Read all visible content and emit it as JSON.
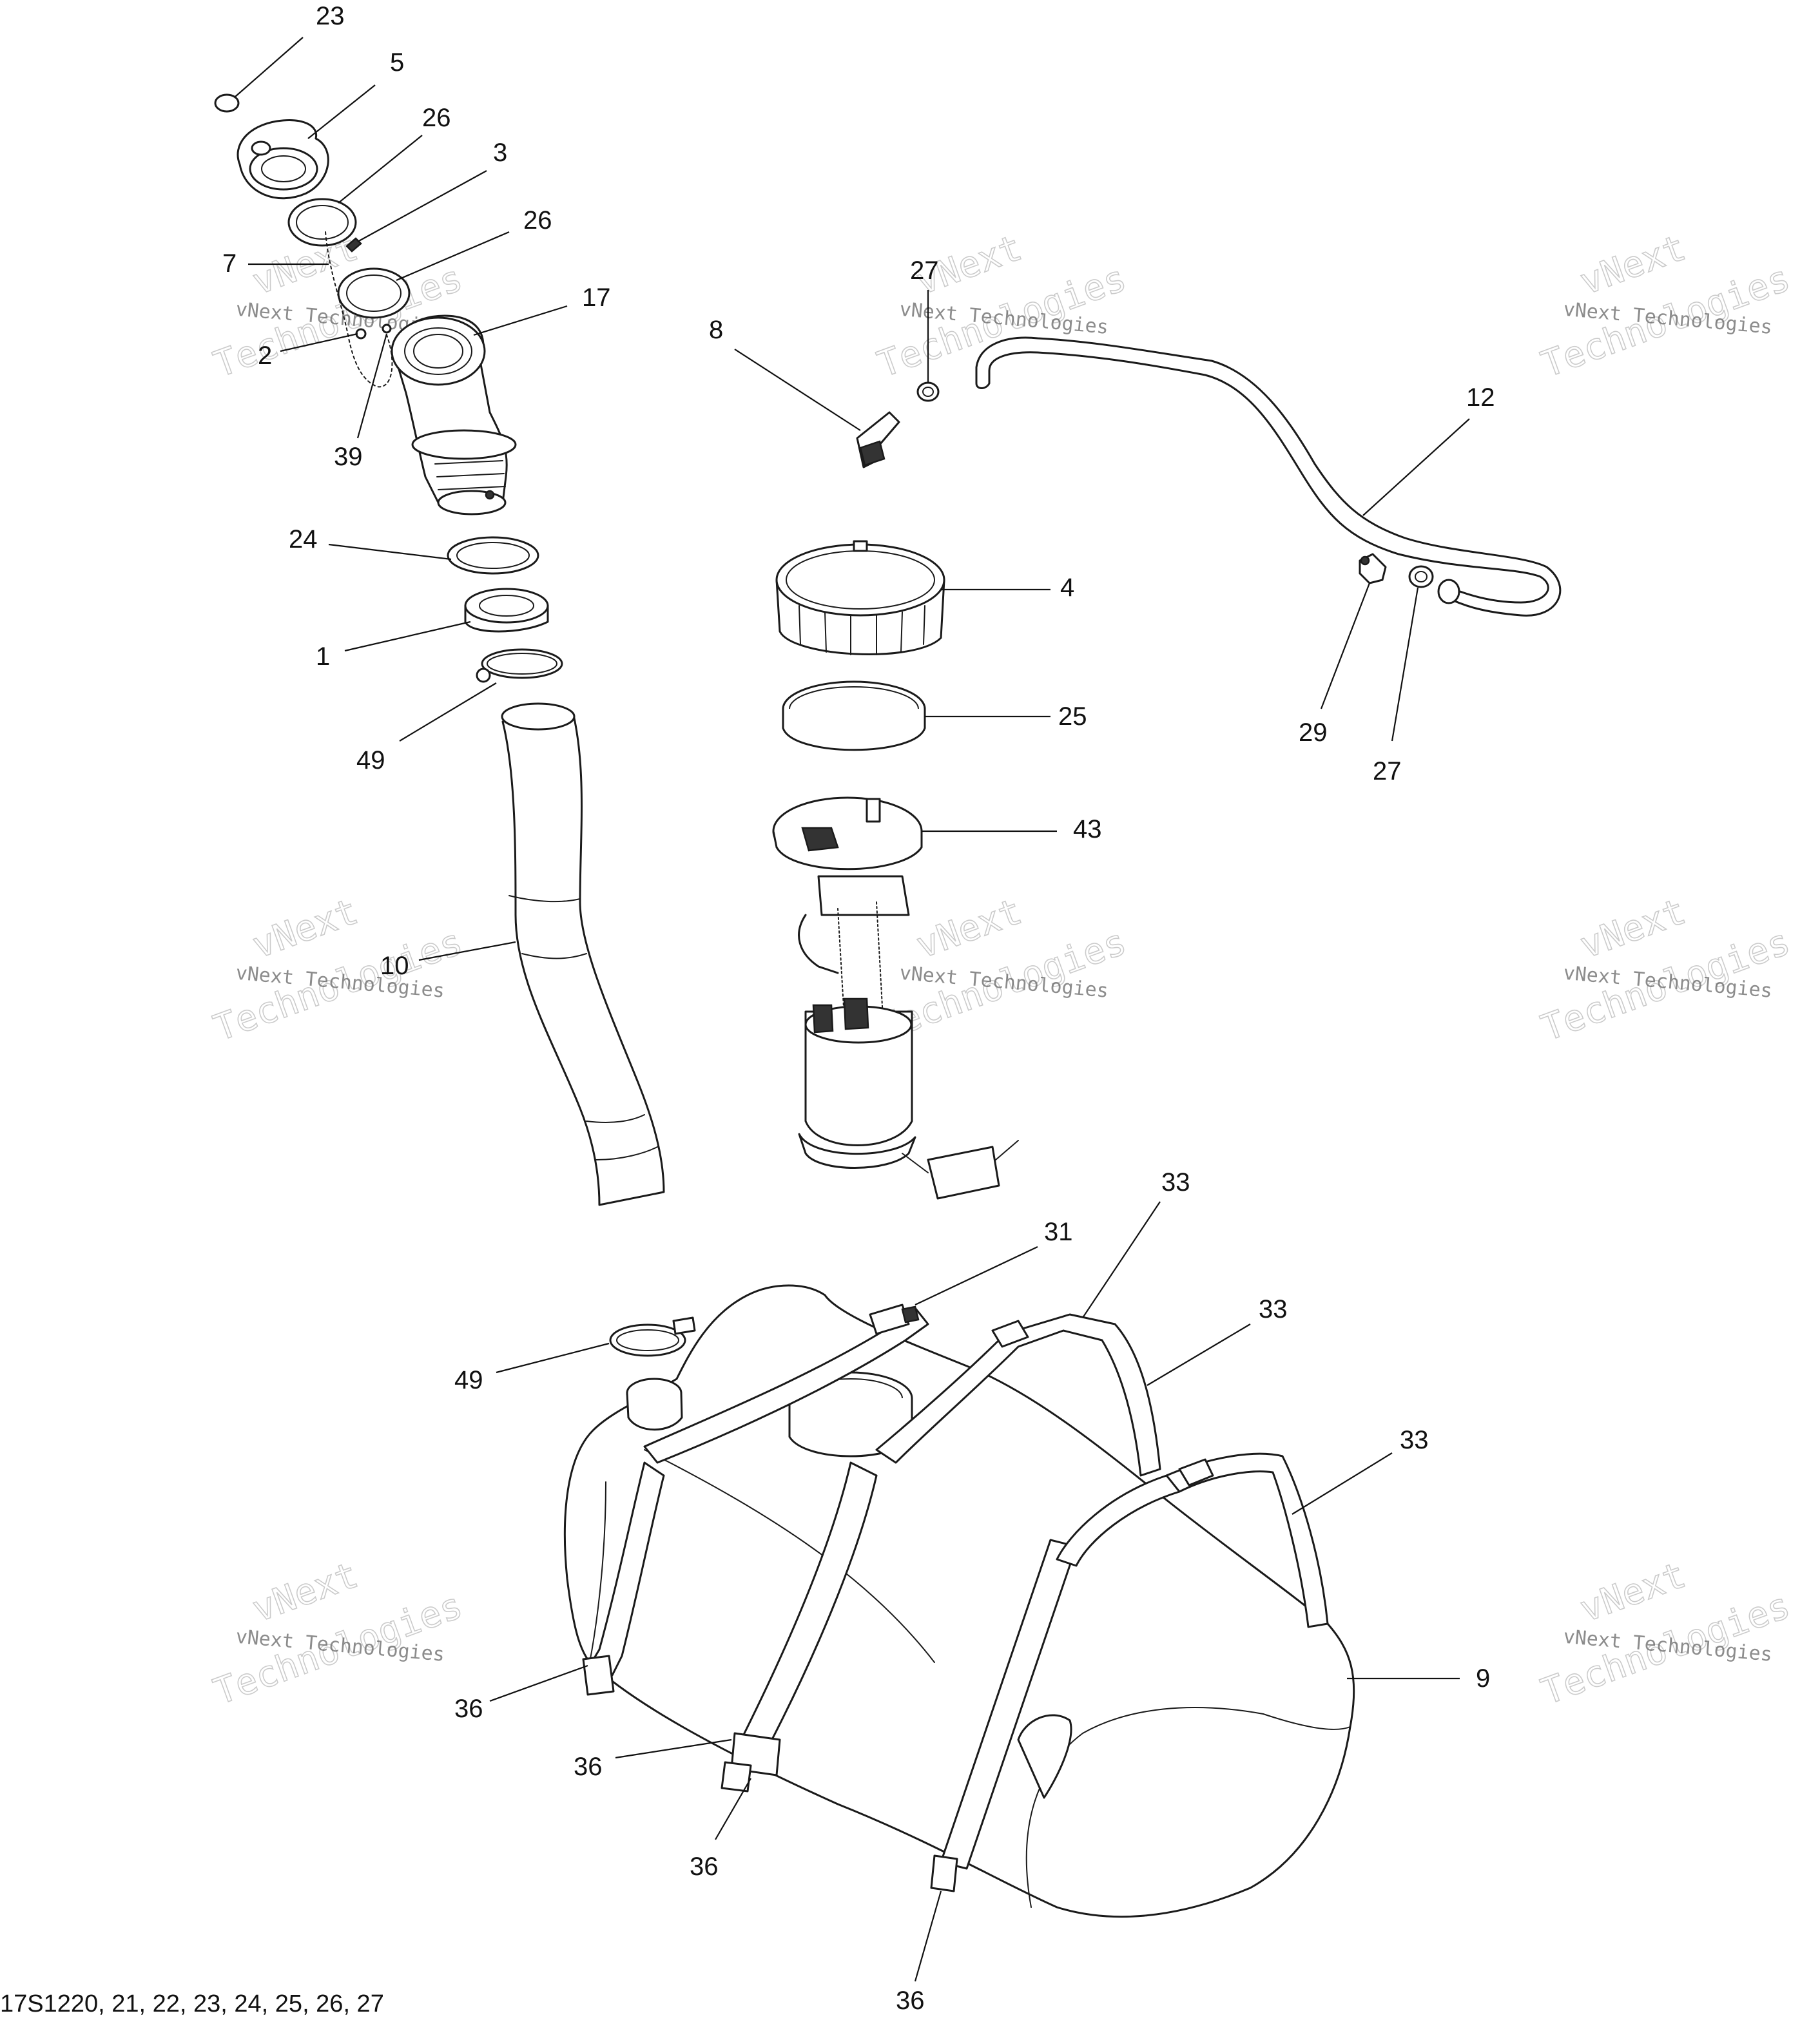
{
  "caption": "17S1220, 21, 22, 23, 24, 25, 26, 27",
  "watermark": {
    "company": "vNext Technologies",
    "word1": "vNext",
    "word2": "Technologies"
  },
  "callouts": [
    {
      "id": "c23a",
      "label": "23"
    },
    {
      "id": "c5",
      "label": "5"
    },
    {
      "id": "c26a",
      "label": "26"
    },
    {
      "id": "c3",
      "label": "3"
    },
    {
      "id": "c26b",
      "label": "26"
    },
    {
      "id": "c7",
      "label": "7"
    },
    {
      "id": "c17",
      "label": "17"
    },
    {
      "id": "c2",
      "label": "2"
    },
    {
      "id": "c39",
      "label": "39"
    },
    {
      "id": "c24",
      "label": "24"
    },
    {
      "id": "c1",
      "label": "1"
    },
    {
      "id": "c49a",
      "label": "49"
    },
    {
      "id": "c10",
      "label": "10"
    },
    {
      "id": "c27a",
      "label": "27"
    },
    {
      "id": "c8",
      "label": "8"
    },
    {
      "id": "c12",
      "label": "12"
    },
    {
      "id": "c4",
      "label": "4"
    },
    {
      "id": "c25",
      "label": "25"
    },
    {
      "id": "c29",
      "label": "29"
    },
    {
      "id": "c27b",
      "label": "27"
    },
    {
      "id": "c43",
      "label": "43"
    },
    {
      "id": "c33a",
      "label": "33"
    },
    {
      "id": "c31",
      "label": "31"
    },
    {
      "id": "c33b",
      "label": "33"
    },
    {
      "id": "c49b",
      "label": "49"
    },
    {
      "id": "c33c",
      "label": "33"
    },
    {
      "id": "c36a",
      "label": "36"
    },
    {
      "id": "c9",
      "label": "9"
    },
    {
      "id": "c36b",
      "label": "36"
    },
    {
      "id": "c36c",
      "label": "36"
    },
    {
      "id": "c36d",
      "label": "36"
    }
  ]
}
